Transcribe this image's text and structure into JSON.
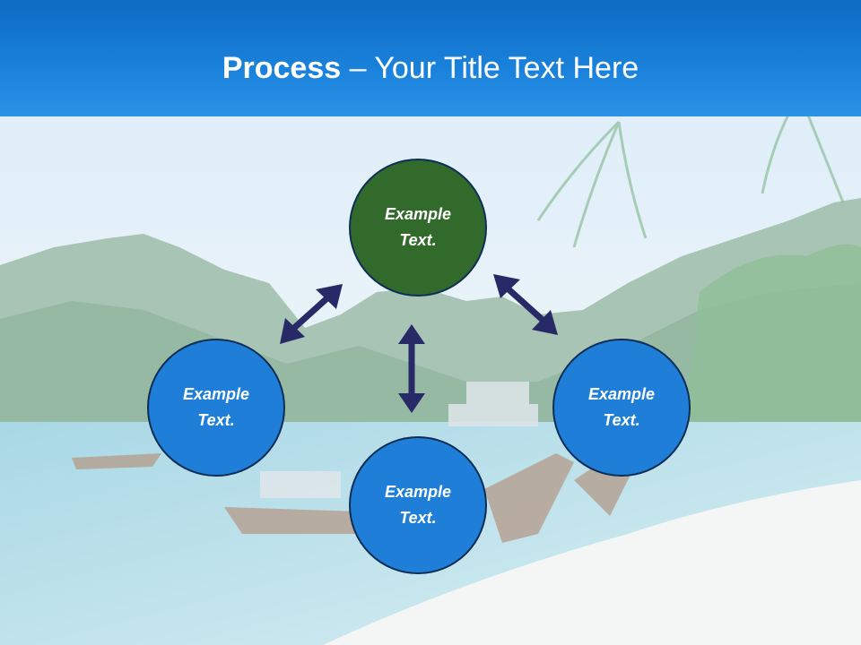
{
  "slide": {
    "title_bold": "Process",
    "title_rest": " – Your Title Text Here"
  },
  "nodes": {
    "top": "Example Text.",
    "left": "Example Text.",
    "right": "Example Text.",
    "bottom": "Example Text."
  },
  "colors": {
    "header": "#1a82dc",
    "node_blue": "#1f7fd8",
    "node_green": "#326a2c",
    "arrow": "#272a66"
  }
}
